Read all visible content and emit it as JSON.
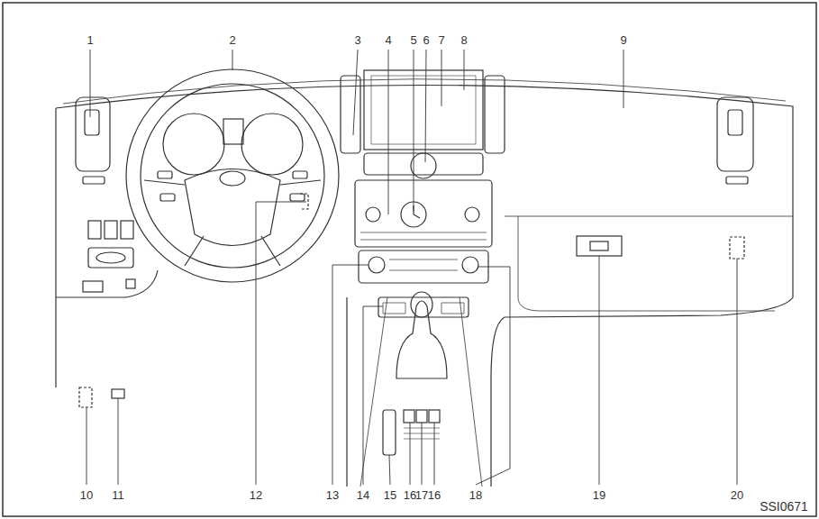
{
  "diagram": {
    "labels": [
      "1",
      "2",
      "3",
      "4",
      "5",
      "6",
      "7",
      "8",
      "9",
      "10",
      "11",
      "12",
      "13",
      "14",
      "15",
      "16",
      "17",
      "16",
      "18",
      "19",
      "20",
      "SSI0671"
    ]
  }
}
